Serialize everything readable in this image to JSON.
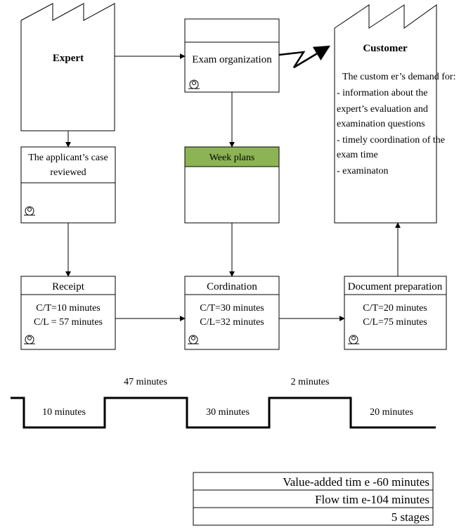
{
  "expert": {
    "label": "Expert"
  },
  "exam_org": {
    "label": "Exam organization"
  },
  "customer": {
    "label": "Customer",
    "lines": [
      "The custom er’s demand for:",
      "- information about the",
      "expert’s evaluation and",
      "examination questions",
      "- timely coordination of the",
      "exam time",
      "- examinaton"
    ]
  },
  "applicant": {
    "line1": "The applicant’s case",
    "line2": "reviewed"
  },
  "week_plans": {
    "label": "Week plans",
    "header_color": "#8db454"
  },
  "receipt": {
    "title": "Receipt",
    "ct": "C/T=10 minutes",
    "cl": "C/L = 57 minutes"
  },
  "cordination": {
    "title": "Cordination",
    "ct": "C/T=30 minutes",
    "cl": "C/L=32 minutes"
  },
  "doc_prep": {
    "title": "Document preparation",
    "ct": "C/T=20 minutes",
    "cl": "C/L=75 minutes"
  },
  "timeline": {
    "low": [
      "10 minutes",
      "30 minutes",
      "20 minutes"
    ],
    "high": [
      "47 minutes",
      "2 minutes"
    ]
  },
  "summary": {
    "value_added": "Value-added tim e -60 minutes",
    "flow": "Flow tim e-104 minutes",
    "stages": "5 stages"
  }
}
